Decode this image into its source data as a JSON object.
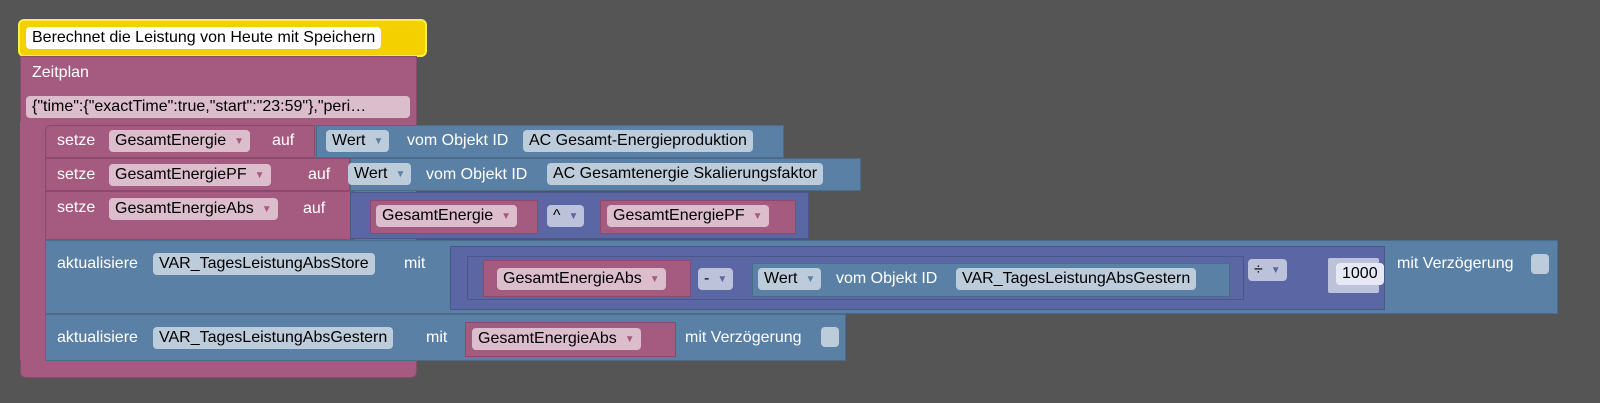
{
  "comment": "Berechnet die Leistung von Heute mit Speichern",
  "schedule": {
    "label": "Zeitplan",
    "value": "{\"time\":{\"exactTime\":true,\"start\":\"23:59\"},\"peri…"
  },
  "words": {
    "set": "setze",
    "to": "auf",
    "from_object": "vom Objekt ID",
    "update": "aktualisiere",
    "with": "mit",
    "delay": "mit Verzögerung"
  },
  "rows": [
    {
      "var": "GesamtEnergie",
      "prop": "Wert",
      "object": "AC Gesamt-Energieproduktion"
    },
    {
      "var": "GesamtEnergiePF",
      "prop": "Wert",
      "object": "AC Gesamtenergie Skalierungsfaktor"
    },
    {
      "var": "GesamtEnergieAbs",
      "left": "GesamtEnergie",
      "op": "^",
      "right": "GesamtEnergiePF"
    }
  ],
  "update1": {
    "target": "VAR_TagesLeistungAbsStore",
    "left": "GesamtEnergieAbs",
    "op": "-",
    "prop": "Wert",
    "object": "VAR_TagesLeistungAbsGestern",
    "op2": "÷",
    "number": "1000"
  },
  "update2": {
    "target": "VAR_TagesLeistungAbsGestern",
    "value": "GesamtEnergieAbs"
  }
}
